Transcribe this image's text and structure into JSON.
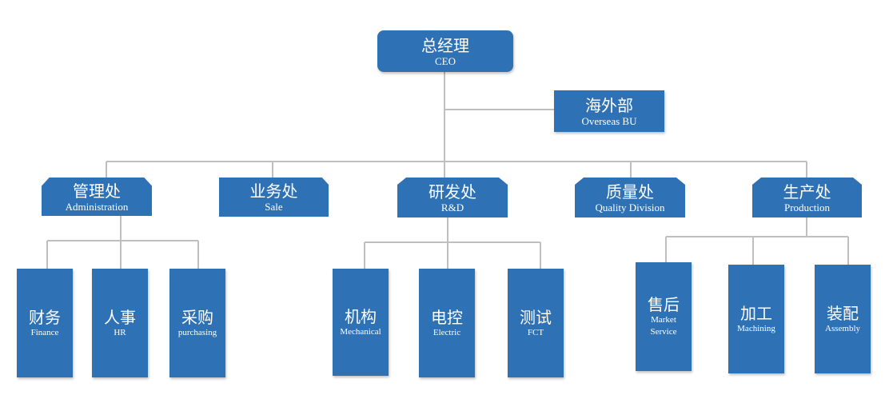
{
  "ceo": {
    "zh": "总经理",
    "en": "CEO"
  },
  "overseas": {
    "zh": "海外部",
    "en": "Overseas BU"
  },
  "departments": [
    {
      "zh": "管理处",
      "en": "Administration"
    },
    {
      "zh": "业务处",
      "en": "Sale"
    },
    {
      "zh": "研发处",
      "en": "R&D"
    },
    {
      "zh": "质量处",
      "en": "Quality Division"
    },
    {
      "zh": "生产处",
      "en": "Production"
    }
  ],
  "admin_units": [
    {
      "zh": "财务",
      "en": "Finance"
    },
    {
      "zh": "人事",
      "en": "HR"
    },
    {
      "zh": "采购",
      "en": "purchasing"
    }
  ],
  "rd_units": [
    {
      "zh": "机构",
      "en": "Mechanical"
    },
    {
      "zh": "电控",
      "en": "Electric"
    },
    {
      "zh": "测试",
      "en": "FCT"
    }
  ],
  "production_units": [
    {
      "zh": "售后",
      "en": "Market Service"
    },
    {
      "zh": "加工",
      "en": "Machining"
    },
    {
      "zh": "装配",
      "en": "Assembly"
    }
  ],
  "colors": {
    "box": "#2f71b5",
    "line": "#bfbfbf",
    "text": "#ffffff"
  }
}
